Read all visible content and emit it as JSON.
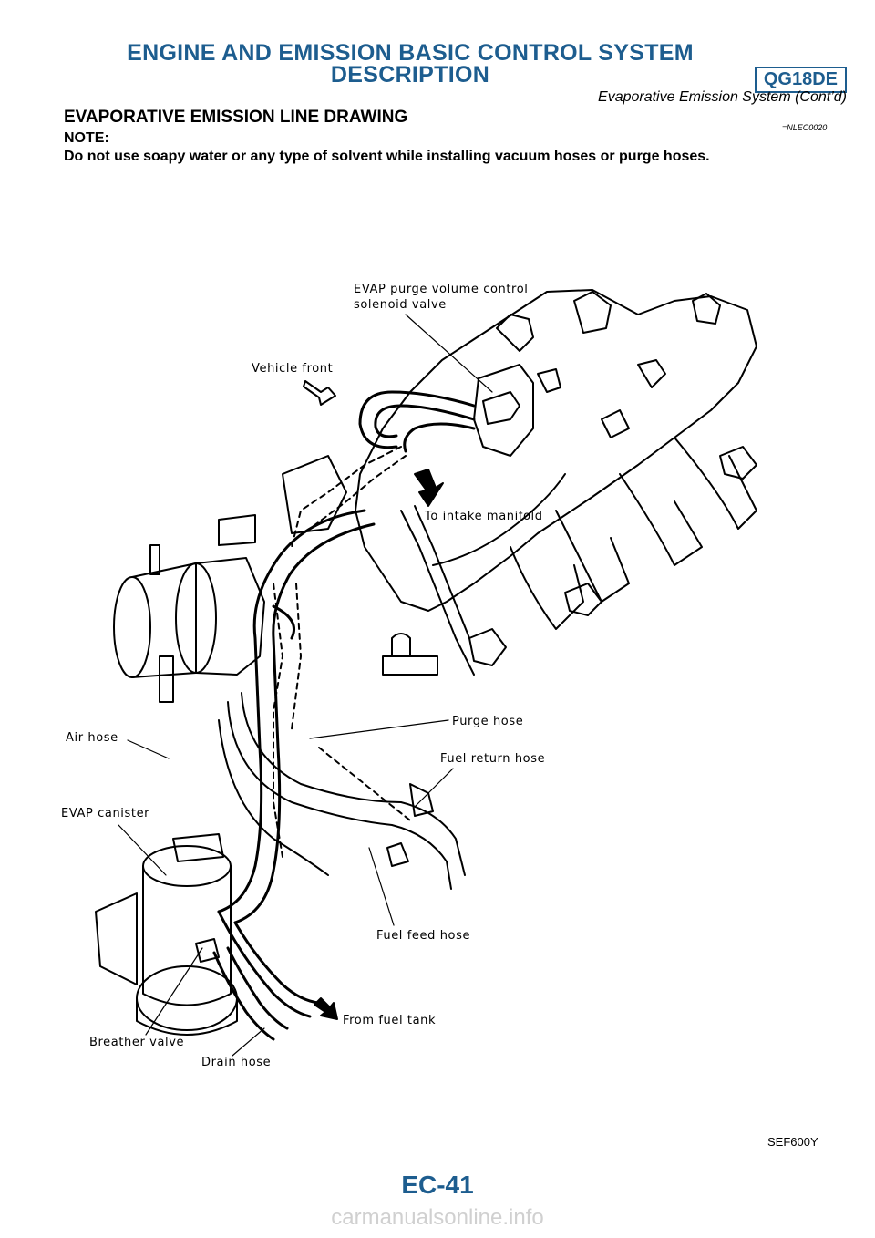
{
  "header": {
    "title_line1": "ENGINE AND EMISSION BASIC CONTROL SYSTEM",
    "title_line2": "DESCRIPTION",
    "engine_code": "QG18DE",
    "subtitle": "Evaporative Emission System (Cont’d)"
  },
  "section": {
    "title": "EVAPORATIVE EMISSION LINE DRAWING",
    "code": "=NLEC0020",
    "note_label": "NOTE:",
    "note_text": "Do not use soapy water or any type of solvent while installing vacuum hoses or purge hoses."
  },
  "figure": {
    "labels": {
      "evap_purge_1": "EVAP purge volume control",
      "evap_purge_2": "solenoid valve",
      "vehicle_front": "Vehicle front",
      "to_intake": "To intake manifold",
      "air_hose": "Air hose",
      "purge_hose": "Purge hose",
      "fuel_return": "Fuel return hose",
      "evap_canister": "EVAP canister",
      "fuel_feed": "Fuel feed hose",
      "from_fuel_tank": "From fuel tank",
      "breather_valve": "Breather valve",
      "drain_hose": "Drain hose"
    },
    "code": "SEF600Y"
  },
  "footer": {
    "page_number": "EC-41",
    "watermark": "carmanualsonline.info"
  }
}
